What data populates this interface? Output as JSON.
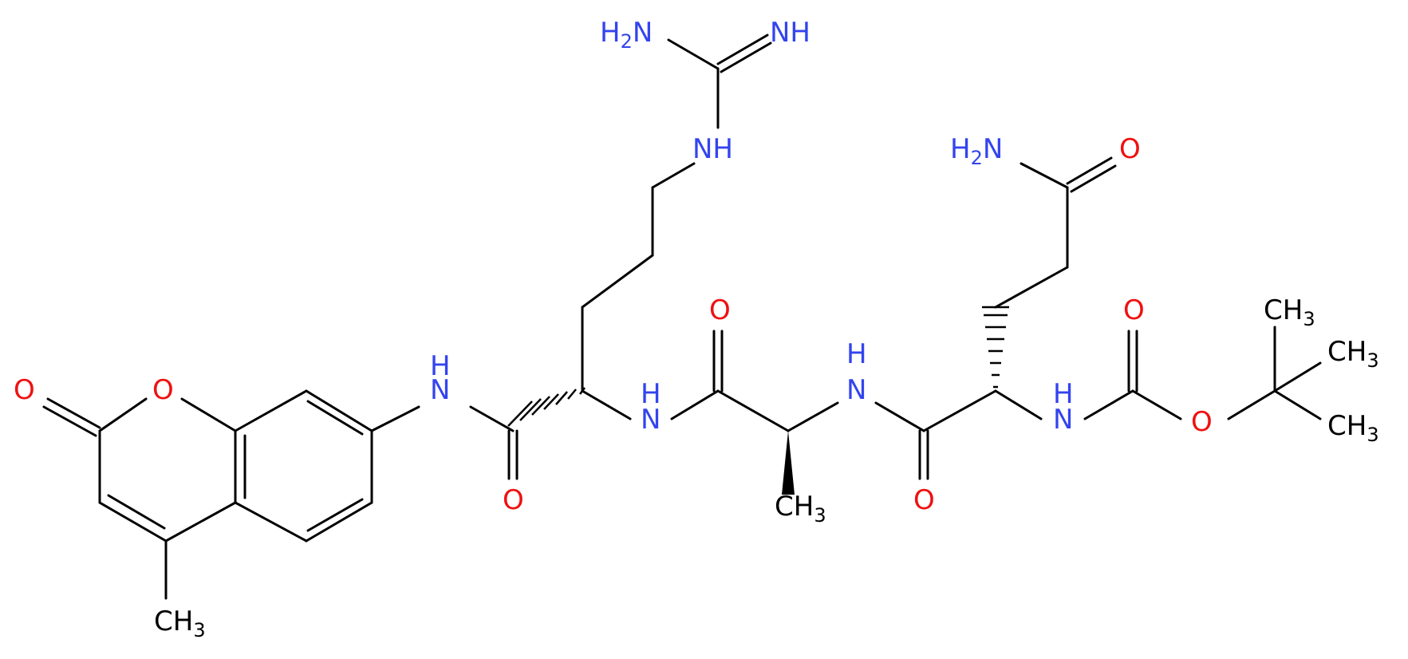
{
  "atoms": {
    "guan_nh2": {
      "main": "H",
      "sub": "2",
      "tail": "N"
    },
    "guan_nh": "NH",
    "arg_nh": "NH",
    "amide_n_coumarin": {
      "top": "H",
      "bottom": "N"
    },
    "ring_o": "O",
    "lactone_o": "O",
    "methyl_coumarin": {
      "main": "CH",
      "sub": "3"
    },
    "arg_co_o": "O",
    "arg_ala_n": {
      "top": "H",
      "bottom": "N"
    },
    "ala_co_o": "O",
    "ala_me": {
      "main": "CH",
      "sub": "3"
    },
    "ala_gln_n": {
      "top": "H",
      "bottom": "N"
    },
    "gln_co_o": "O",
    "gln_amide_nh2": {
      "main": "H",
      "sub": "2",
      "tail": "N"
    },
    "gln_amide_o": "O",
    "boc_n": {
      "top": "H",
      "bottom": "N"
    },
    "boc_co_o": "O",
    "boc_ester_o": "O",
    "tbu_me1": {
      "main": "CH",
      "sub": "3"
    },
    "tbu_me2": {
      "main": "CH",
      "sub": "3"
    },
    "tbu_me3": {
      "main": "CH",
      "sub": "3"
    }
  },
  "colors": {
    "nitrogen": "#3344ee",
    "oxygen": "#ee1111",
    "carbon": "#000000",
    "background": "#ffffff"
  }
}
